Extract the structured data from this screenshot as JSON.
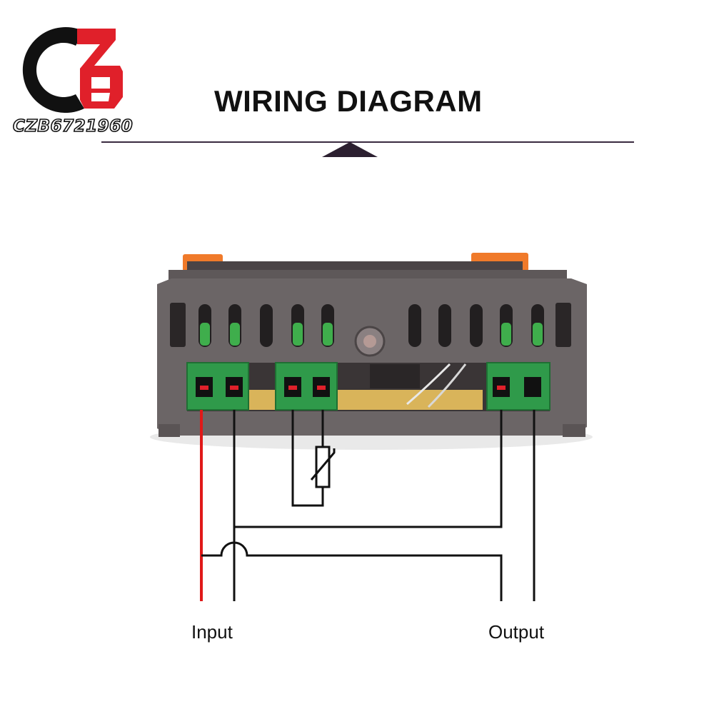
{
  "header": {
    "title": "WIRING DIAGRAM",
    "brand": "CZB6721960"
  },
  "labels": {
    "input": "Input",
    "output": "Output"
  },
  "colors": {
    "logo_black": "#111111",
    "logo_red": "#e0202a",
    "housing": "#6b6566",
    "terminal_green": "#2f9a4a",
    "vent_green": "#3fae4c",
    "orange_clip": "#f07a2a",
    "live_wire": "#e01818",
    "neutral_wire": "#111111",
    "divider": "#3a2a40"
  },
  "icons": {
    "logo": "czb-logo",
    "sensor": "thermistor-symbol"
  }
}
